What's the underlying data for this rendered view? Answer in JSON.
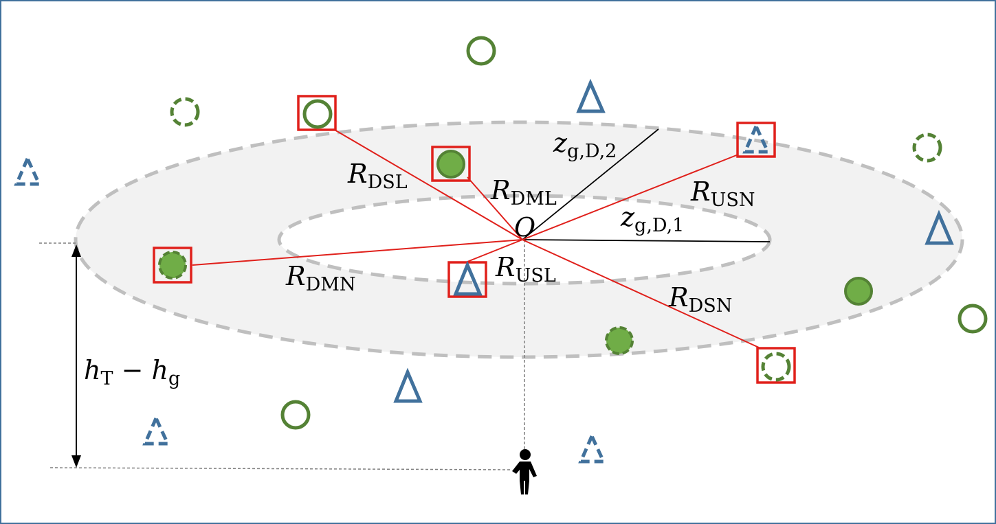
{
  "colors": {
    "frame": "#41719c",
    "ring_fill": "#f2f2f2",
    "ring_stroke": "#bfbfbf",
    "ground_node": "#548235",
    "ground_fill": "#70ad47",
    "uav": "#41719c",
    "link": "#e0201b",
    "highlight_box": "#e0201b",
    "axis": "#000000",
    "guide": "#7f7f7f"
  },
  "labels": {
    "r_dsl": {
      "main": "R",
      "sub": "DSL"
    },
    "r_dml": {
      "main": "R",
      "sub": "DML"
    },
    "r_usn": {
      "main": "R",
      "sub": "USN"
    },
    "r_dmn": {
      "main": "R",
      "sub": "DMN"
    },
    "r_usl": {
      "main": "R",
      "sub": "USL"
    },
    "r_dsn": {
      "main": "R",
      "sub": "DSN"
    },
    "z2": {
      "main": "z",
      "sub": "g,D,2"
    },
    "z1": {
      "main": "z",
      "sub": "g,D,1"
    },
    "origin": {
      "main": "O"
    },
    "height": {
      "main1": "h",
      "sub1": "T",
      "op": " − ",
      "main2": "h",
      "sub2": "g"
    }
  },
  "legend_icons": {
    "hollow_circle": "hollow-circle-icon",
    "dashed_circle": "dashed-circle-icon",
    "filled_circle": "filled-circle-icon",
    "filled_dashed_circle": "filled-dashed-circle-icon",
    "solid_triangle": "solid-triangle-icon",
    "dashed_triangle": "dashed-triangle-icon",
    "person": "person-icon"
  }
}
